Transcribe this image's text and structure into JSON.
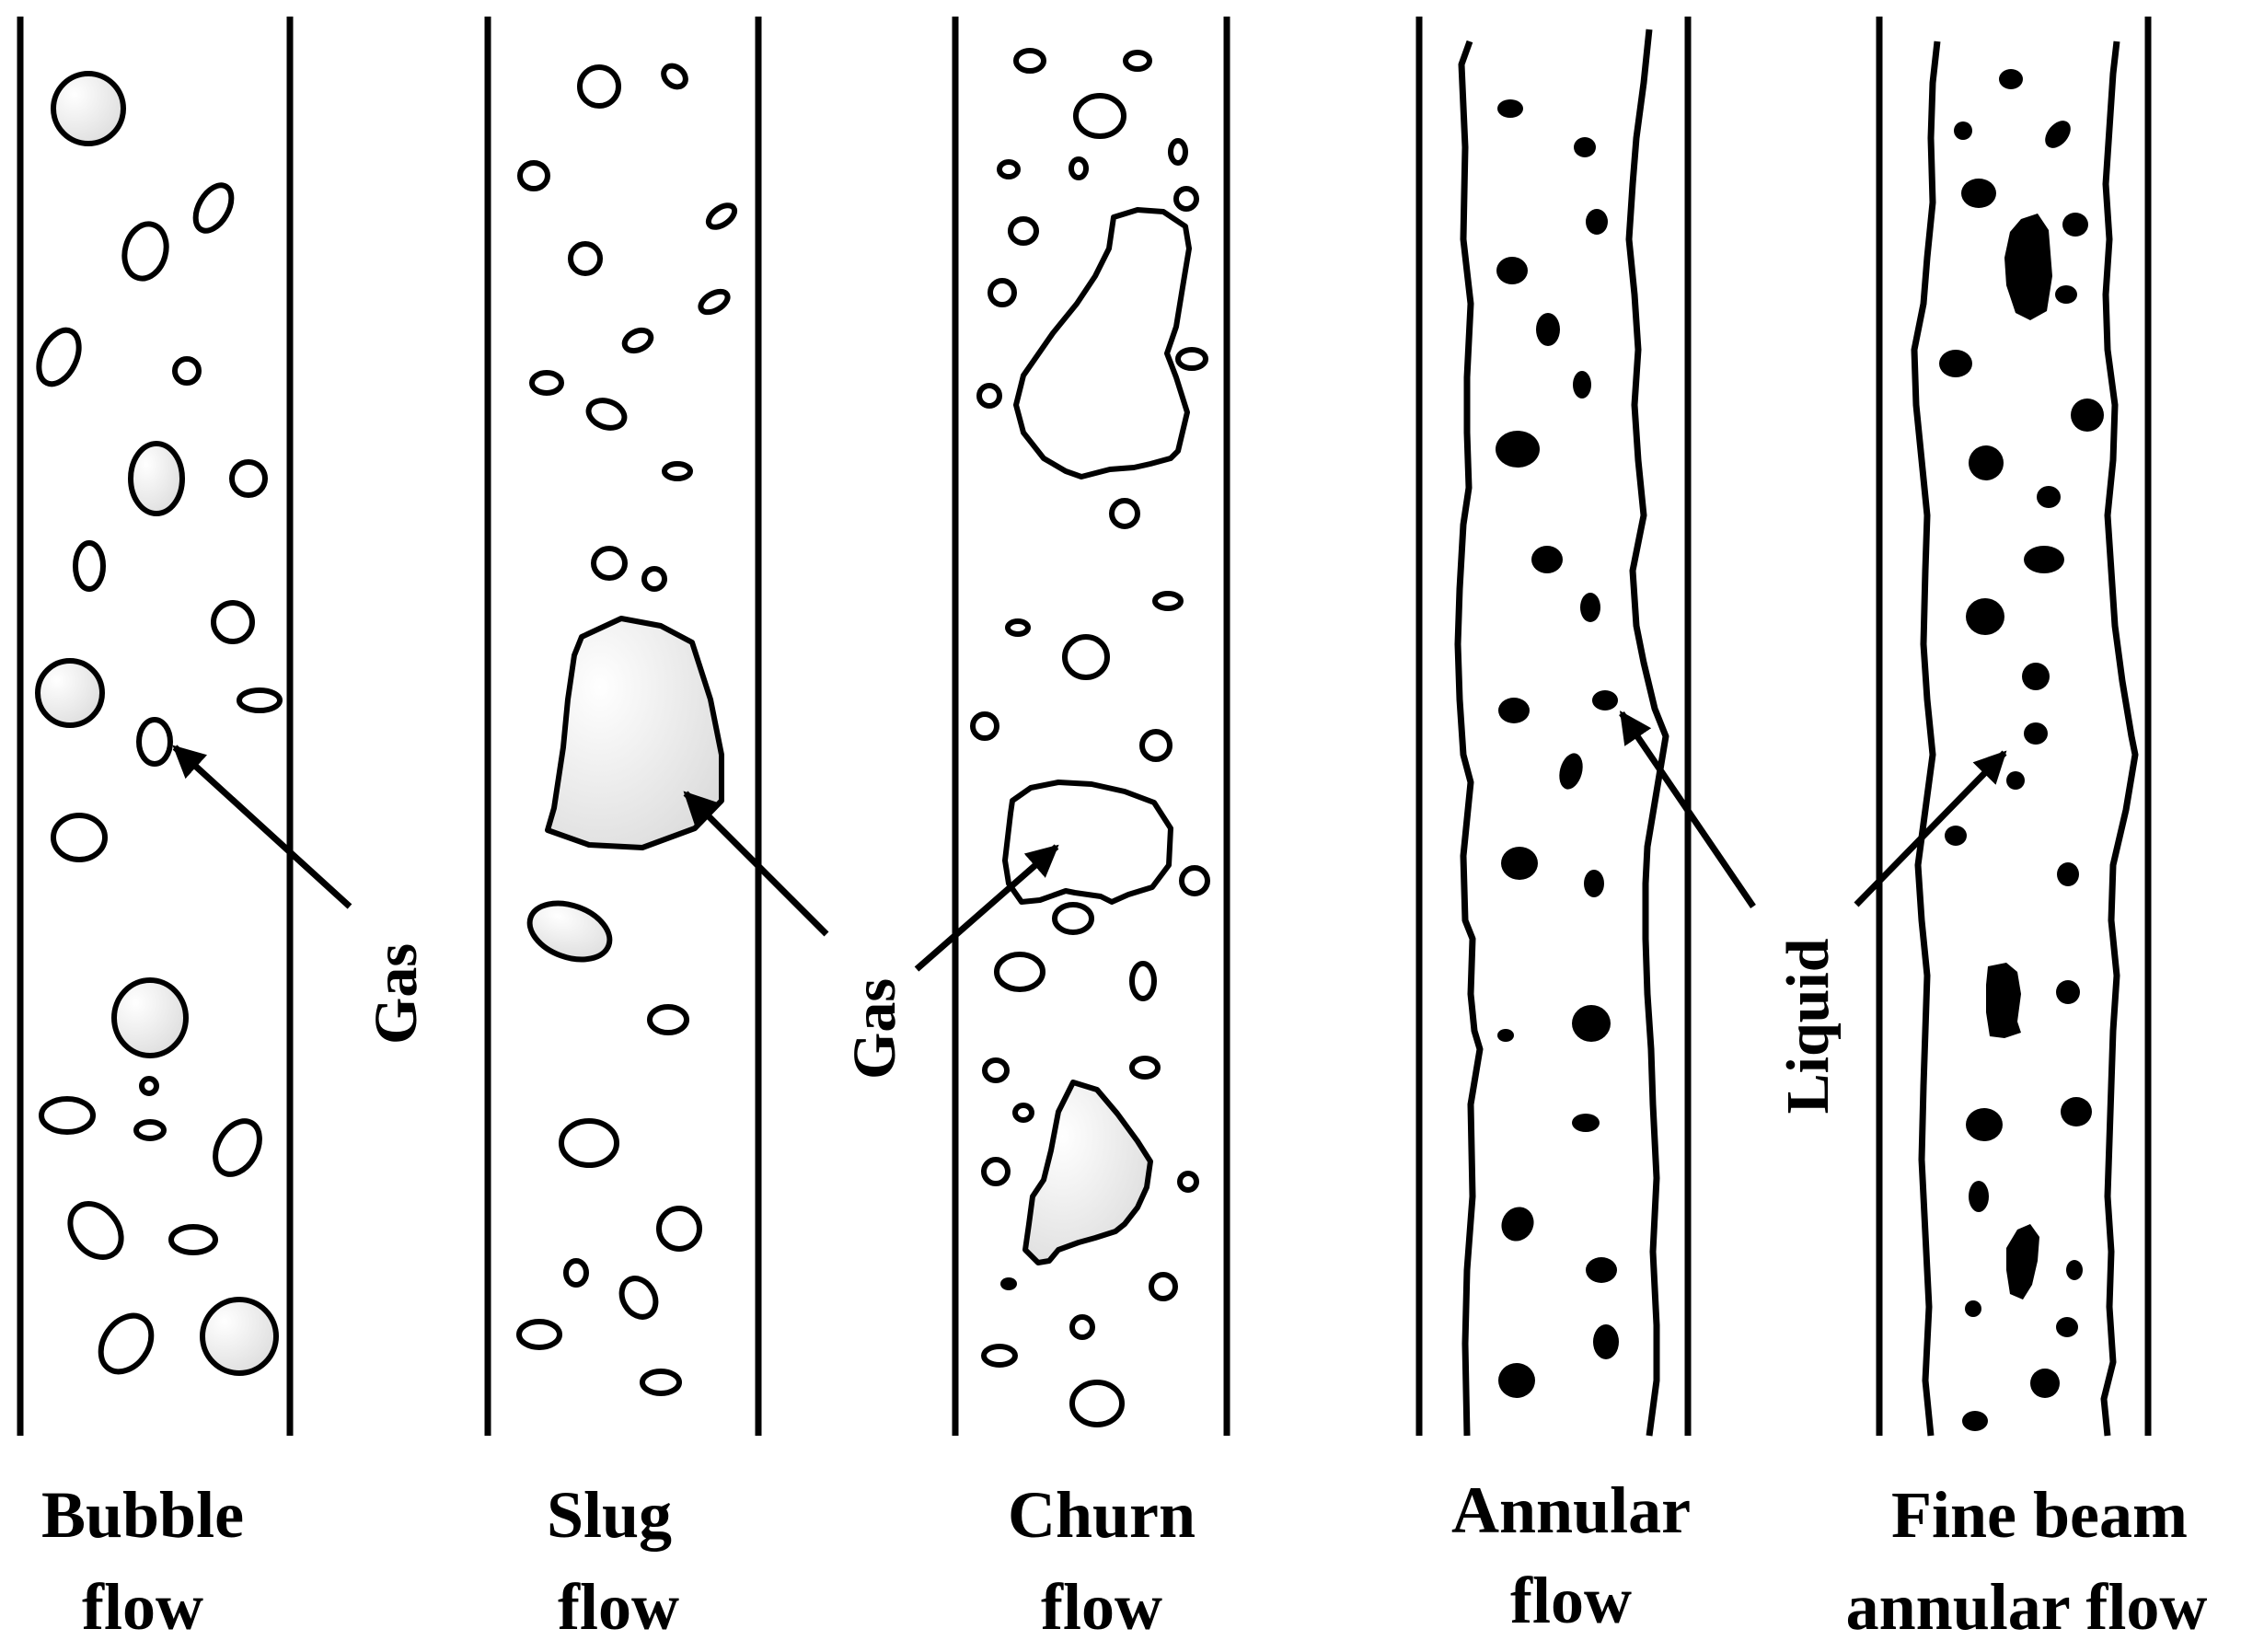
{
  "panels": [
    {
      "id": "bubble",
      "caption": [
        "Bubble",
        "flow"
      ]
    },
    {
      "id": "slug",
      "caption": [
        "Slug",
        "flow"
      ]
    },
    {
      "id": "churn",
      "caption": [
        "Churn",
        "flow"
      ]
    },
    {
      "id": "annular",
      "caption": [
        "Annular",
        "flow"
      ]
    },
    {
      "id": "fine",
      "caption": [
        "Fine beam",
        "annular flow"
      ]
    }
  ],
  "callouts": {
    "gas_bubble": "Gas",
    "gas_churn": "Gas",
    "liquid": "Liquid"
  },
  "colors": {
    "ink": "#000000",
    "bubble_fill_light": "#ffffff",
    "bubble_fill_dark": "#d9d9d9",
    "background": "#ffffff"
  }
}
